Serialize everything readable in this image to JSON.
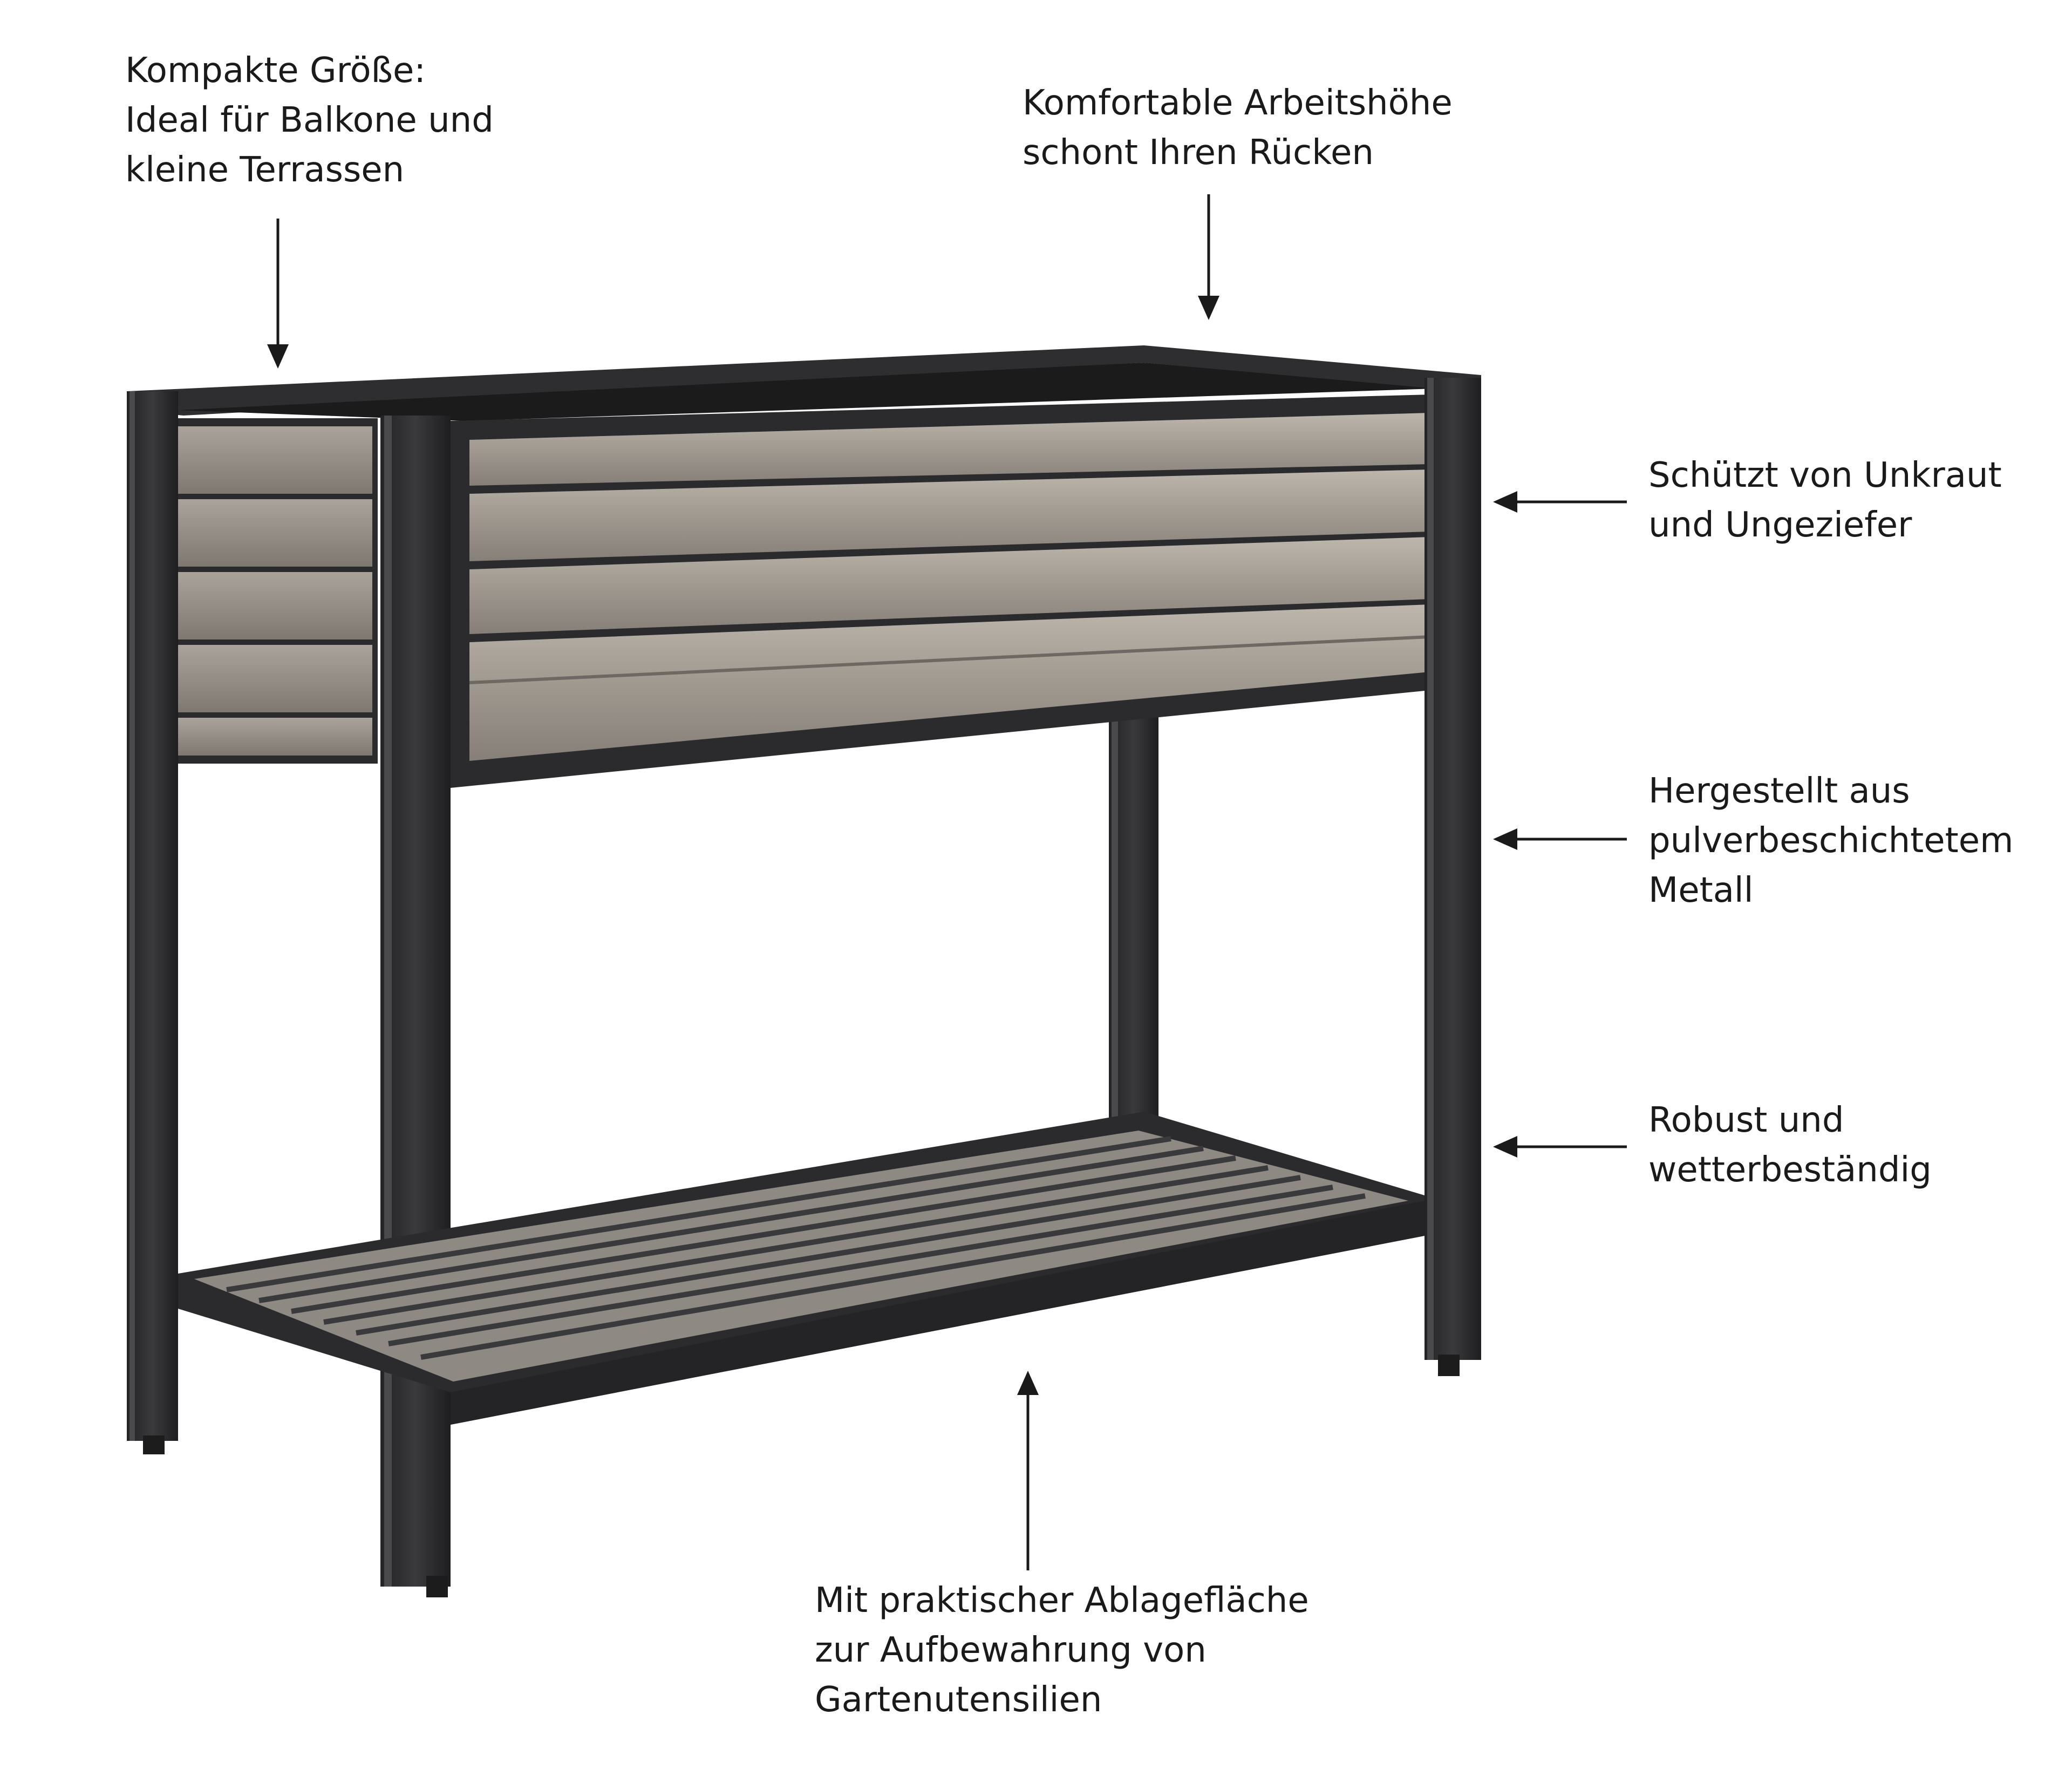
{
  "callouts": {
    "size": {
      "lines": [
        "Kompakte Größe:",
        "Ideal für Balkone und",
        "kleine Terrassen"
      ]
    },
    "height": {
      "lines": [
        "Komfortable Arbeitshöhe",
        "schont Ihren Rücken"
      ]
    },
    "protection": {
      "lines": [
        "Schützt von Unkraut",
        "und Ungeziefer"
      ]
    },
    "material": {
      "lines": [
        "Hergestellt aus",
        "pulverbeschichtetem",
        "Metall"
      ]
    },
    "robust": {
      "lines": [
        "Robust und",
        "wetterbeständig"
      ]
    },
    "shelf": {
      "lines": [
        "Mit praktischer Ablagefläche",
        "zur Aufbewahrung von",
        "Gartenutensilien"
      ]
    }
  },
  "colors": {
    "frame": "#2b2b2d",
    "frame_highlight": "#4a4a4d",
    "wood": "#9c958d",
    "wood_light": "#b5aea5",
    "wood_dark": "#7d7770",
    "text": "#1a1a1a"
  }
}
